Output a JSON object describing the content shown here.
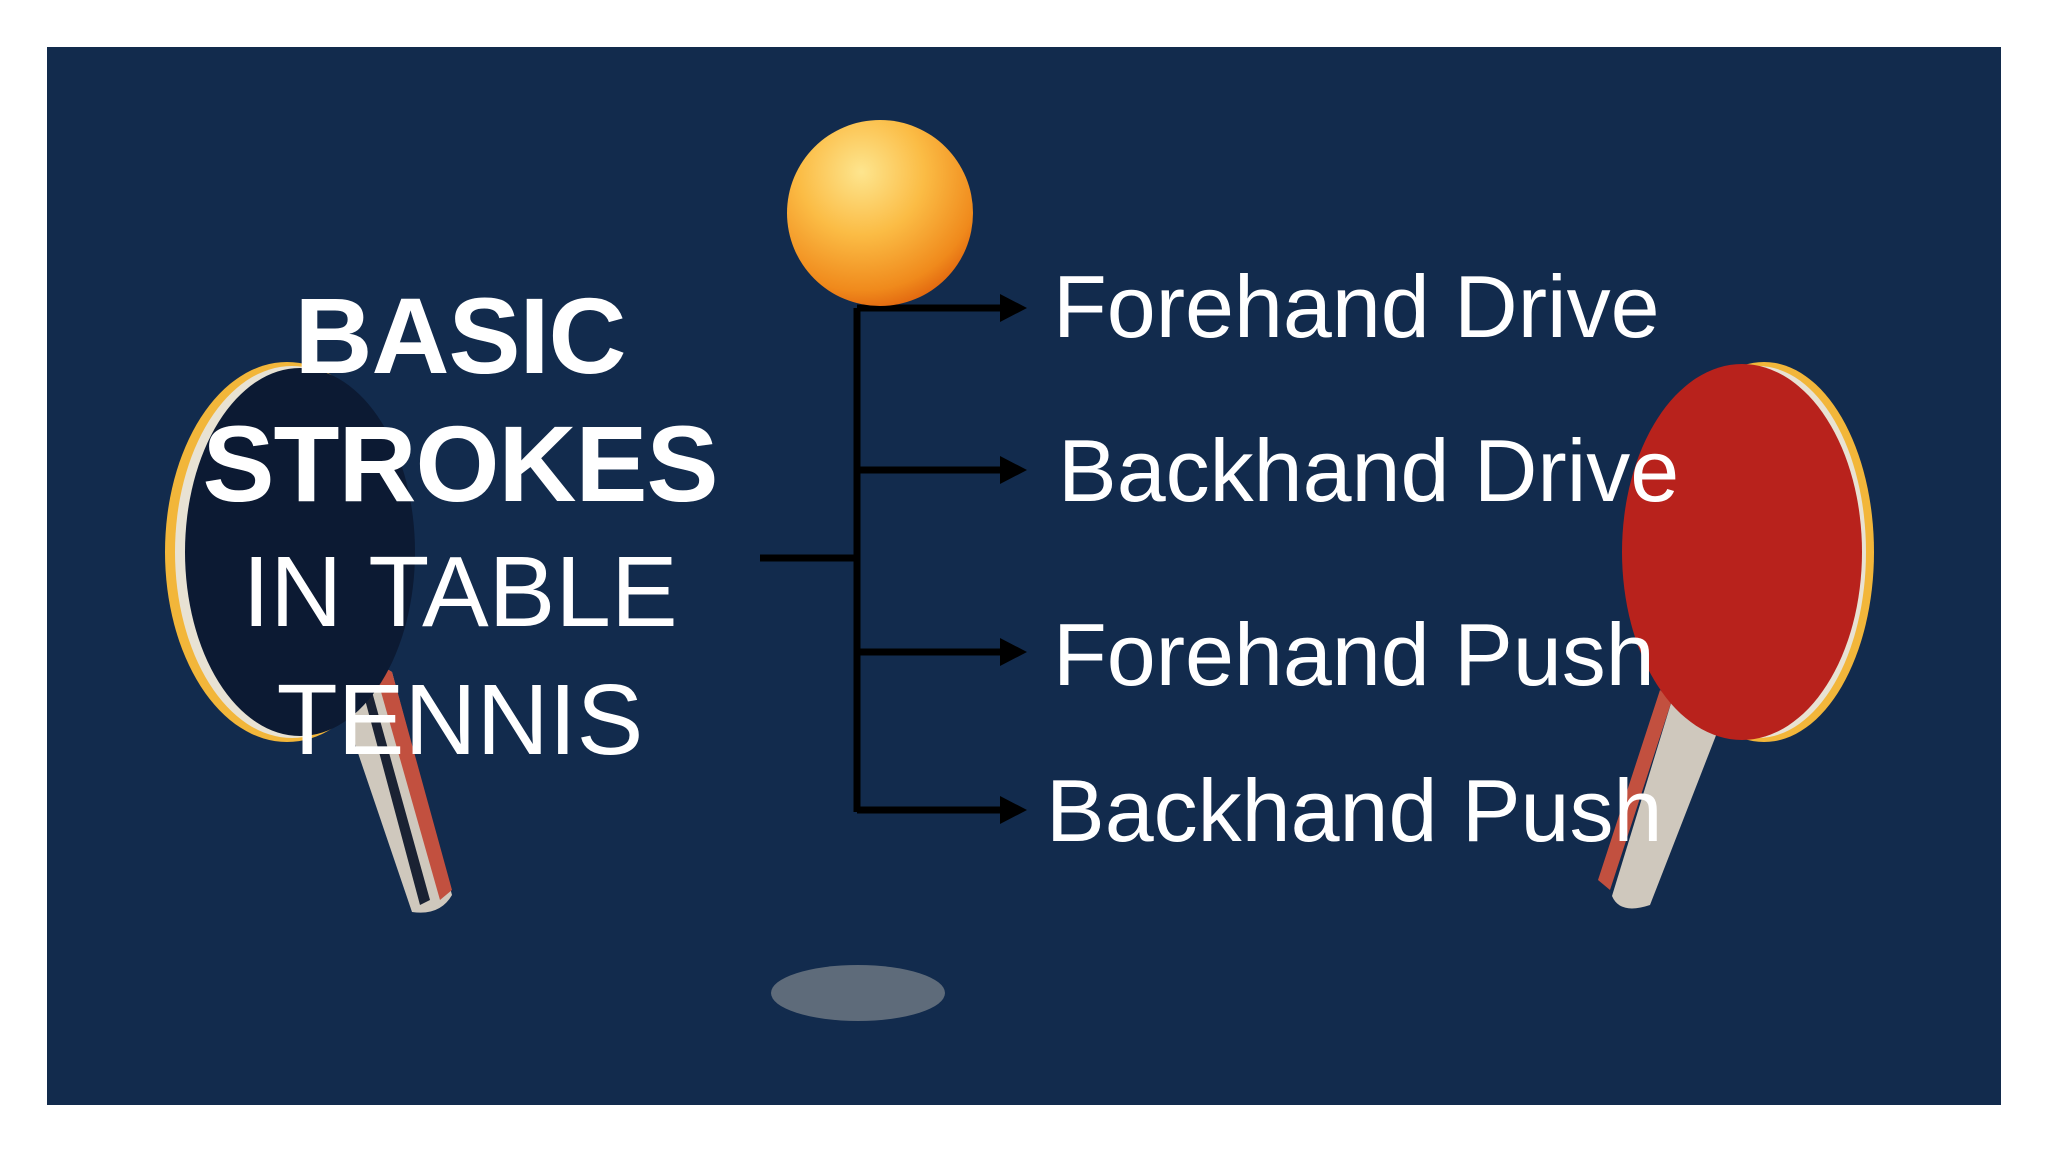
{
  "title": {
    "line1": "BASIC",
    "line2": "STROKES",
    "line3": "IN TABLE",
    "line4": "TENNIS"
  },
  "strokes": [
    {
      "label": "Forehand Drive"
    },
    {
      "label": "Backhand Drive"
    },
    {
      "label": "Forehand Push"
    },
    {
      "label": "Backhand Push"
    }
  ],
  "colors": {
    "background": "#122b4d",
    "text": "#ffffff",
    "connector": "#000000",
    "ball": "#f6a12a",
    "paddle_left": "#0c1a33",
    "paddle_right": "#b8221c",
    "paddle_edge": "#f2b63a",
    "ball_shadow": "#5e6b7a"
  },
  "icons": [
    "ping-pong-ball-icon",
    "left-paddle-icon",
    "right-paddle-icon",
    "ball-shadow-icon"
  ]
}
